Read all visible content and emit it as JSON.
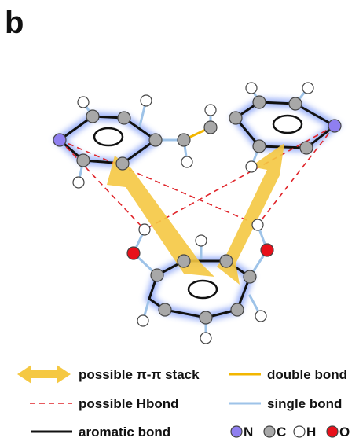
{
  "panel_label": "b",
  "legend": {
    "pi_stack": "possible π-π stack",
    "double_bond": "double bond",
    "hbond": "possible Hbond",
    "single_bond": "single bond",
    "aromatic_bond": "aromatic bond",
    "atom_N": "N",
    "atom_C": "C",
    "atom_H": "H",
    "atom_O": "O"
  },
  "colors": {
    "nitrogen": "#8f7ff0",
    "carbon": "#a8a8a8",
    "hydrogen": "#ffffff",
    "oxygen": "#e8101a",
    "pi_arrow": "#f5c842",
    "double_bond": "#f2b600",
    "single_bond": "#9ec3e8",
    "hbond": "#e0242a",
    "aromatic_bond": "#111111",
    "aromatic_glow": "#6f8ff5"
  }
}
